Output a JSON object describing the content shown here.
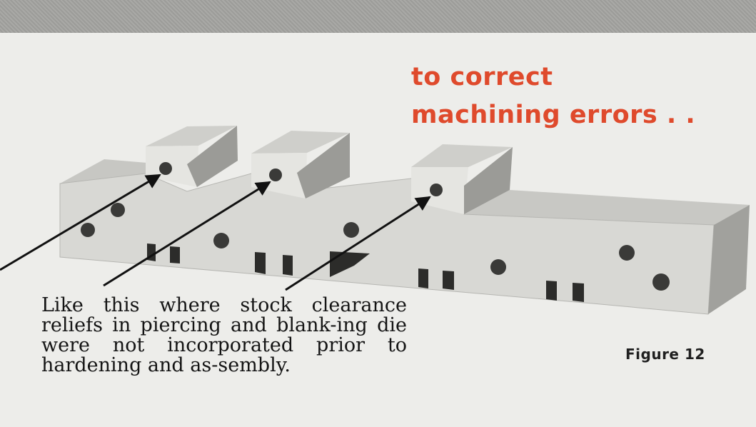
{
  "headline": {
    "line1": "to correct",
    "line2": "machining errors . ."
  },
  "caption": "Like this where stock clearance reliefs in piercing and blank-ing die were not incorporated prior to hardening and as-sembly.",
  "figure_label": "Figure 12",
  "colors": {
    "headline": "#df4a2c",
    "band": "#a3a3a0",
    "paper": "#ededea",
    "text": "#141414"
  }
}
